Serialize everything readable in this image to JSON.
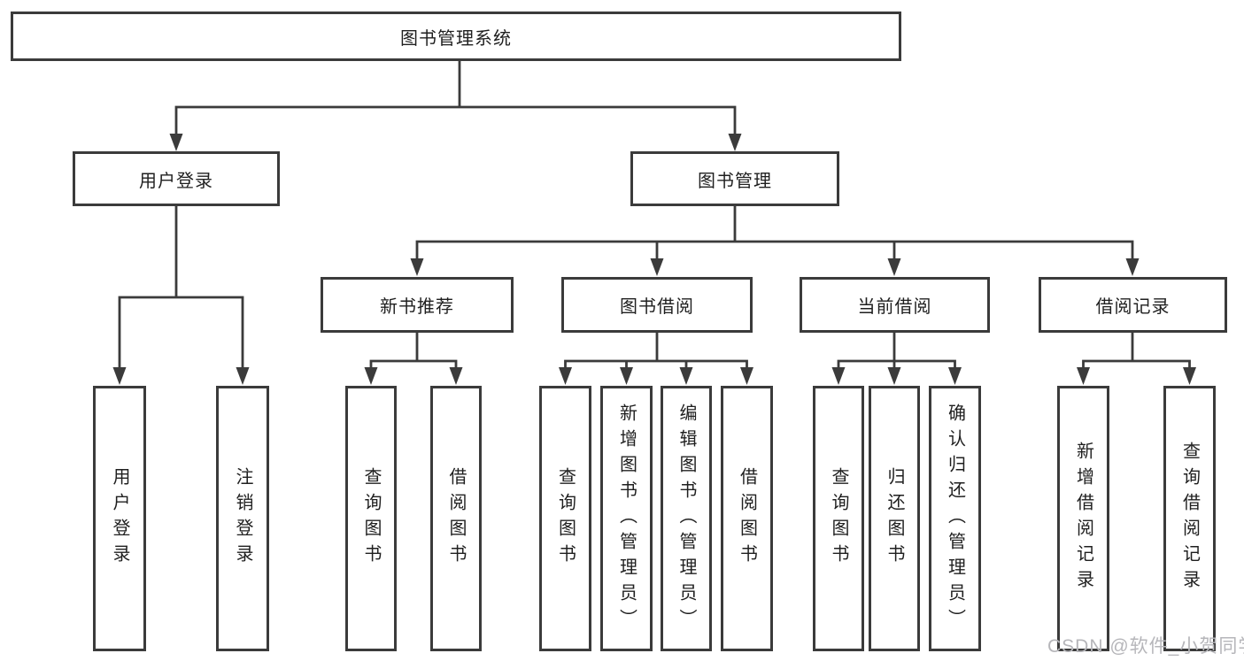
{
  "diagram": {
    "title": "图书管理系统",
    "line_color": "#3b3b3b",
    "text_color": "#1f1f1f",
    "background_color": "#ffffff",
    "tree": {
      "label": "图书管理系统",
      "children": [
        {
          "label": "用户登录",
          "children": [
            {
              "label": "用户登录"
            },
            {
              "label": "注销登录"
            }
          ]
        },
        {
          "label": "图书管理",
          "children": [
            {
              "label": "新书推荐",
              "children": [
                {
                  "label": "查询图书"
                },
                {
                  "label": "借阅图书"
                }
              ]
            },
            {
              "label": "图书借阅",
              "children": [
                {
                  "label": "查询图书"
                },
                {
                  "label": "新增图书（管理员）"
                },
                {
                  "label": "编辑图书（管理员）"
                },
                {
                  "label": "借阅图书"
                }
              ]
            },
            {
              "label": "当前借阅",
              "children": [
                {
                  "label": "查询图书"
                },
                {
                  "label": "归还图书"
                },
                {
                  "label": "确认归还（管理员）"
                }
              ]
            },
            {
              "label": "借阅记录",
              "children": [
                {
                  "label": "新增借阅记录"
                },
                {
                  "label": "查询借阅记录"
                }
              ]
            }
          ]
        }
      ]
    }
  },
  "watermark": {
    "text": "CSDN @软件_小贺同学",
    "color": "#b6b6ba"
  }
}
